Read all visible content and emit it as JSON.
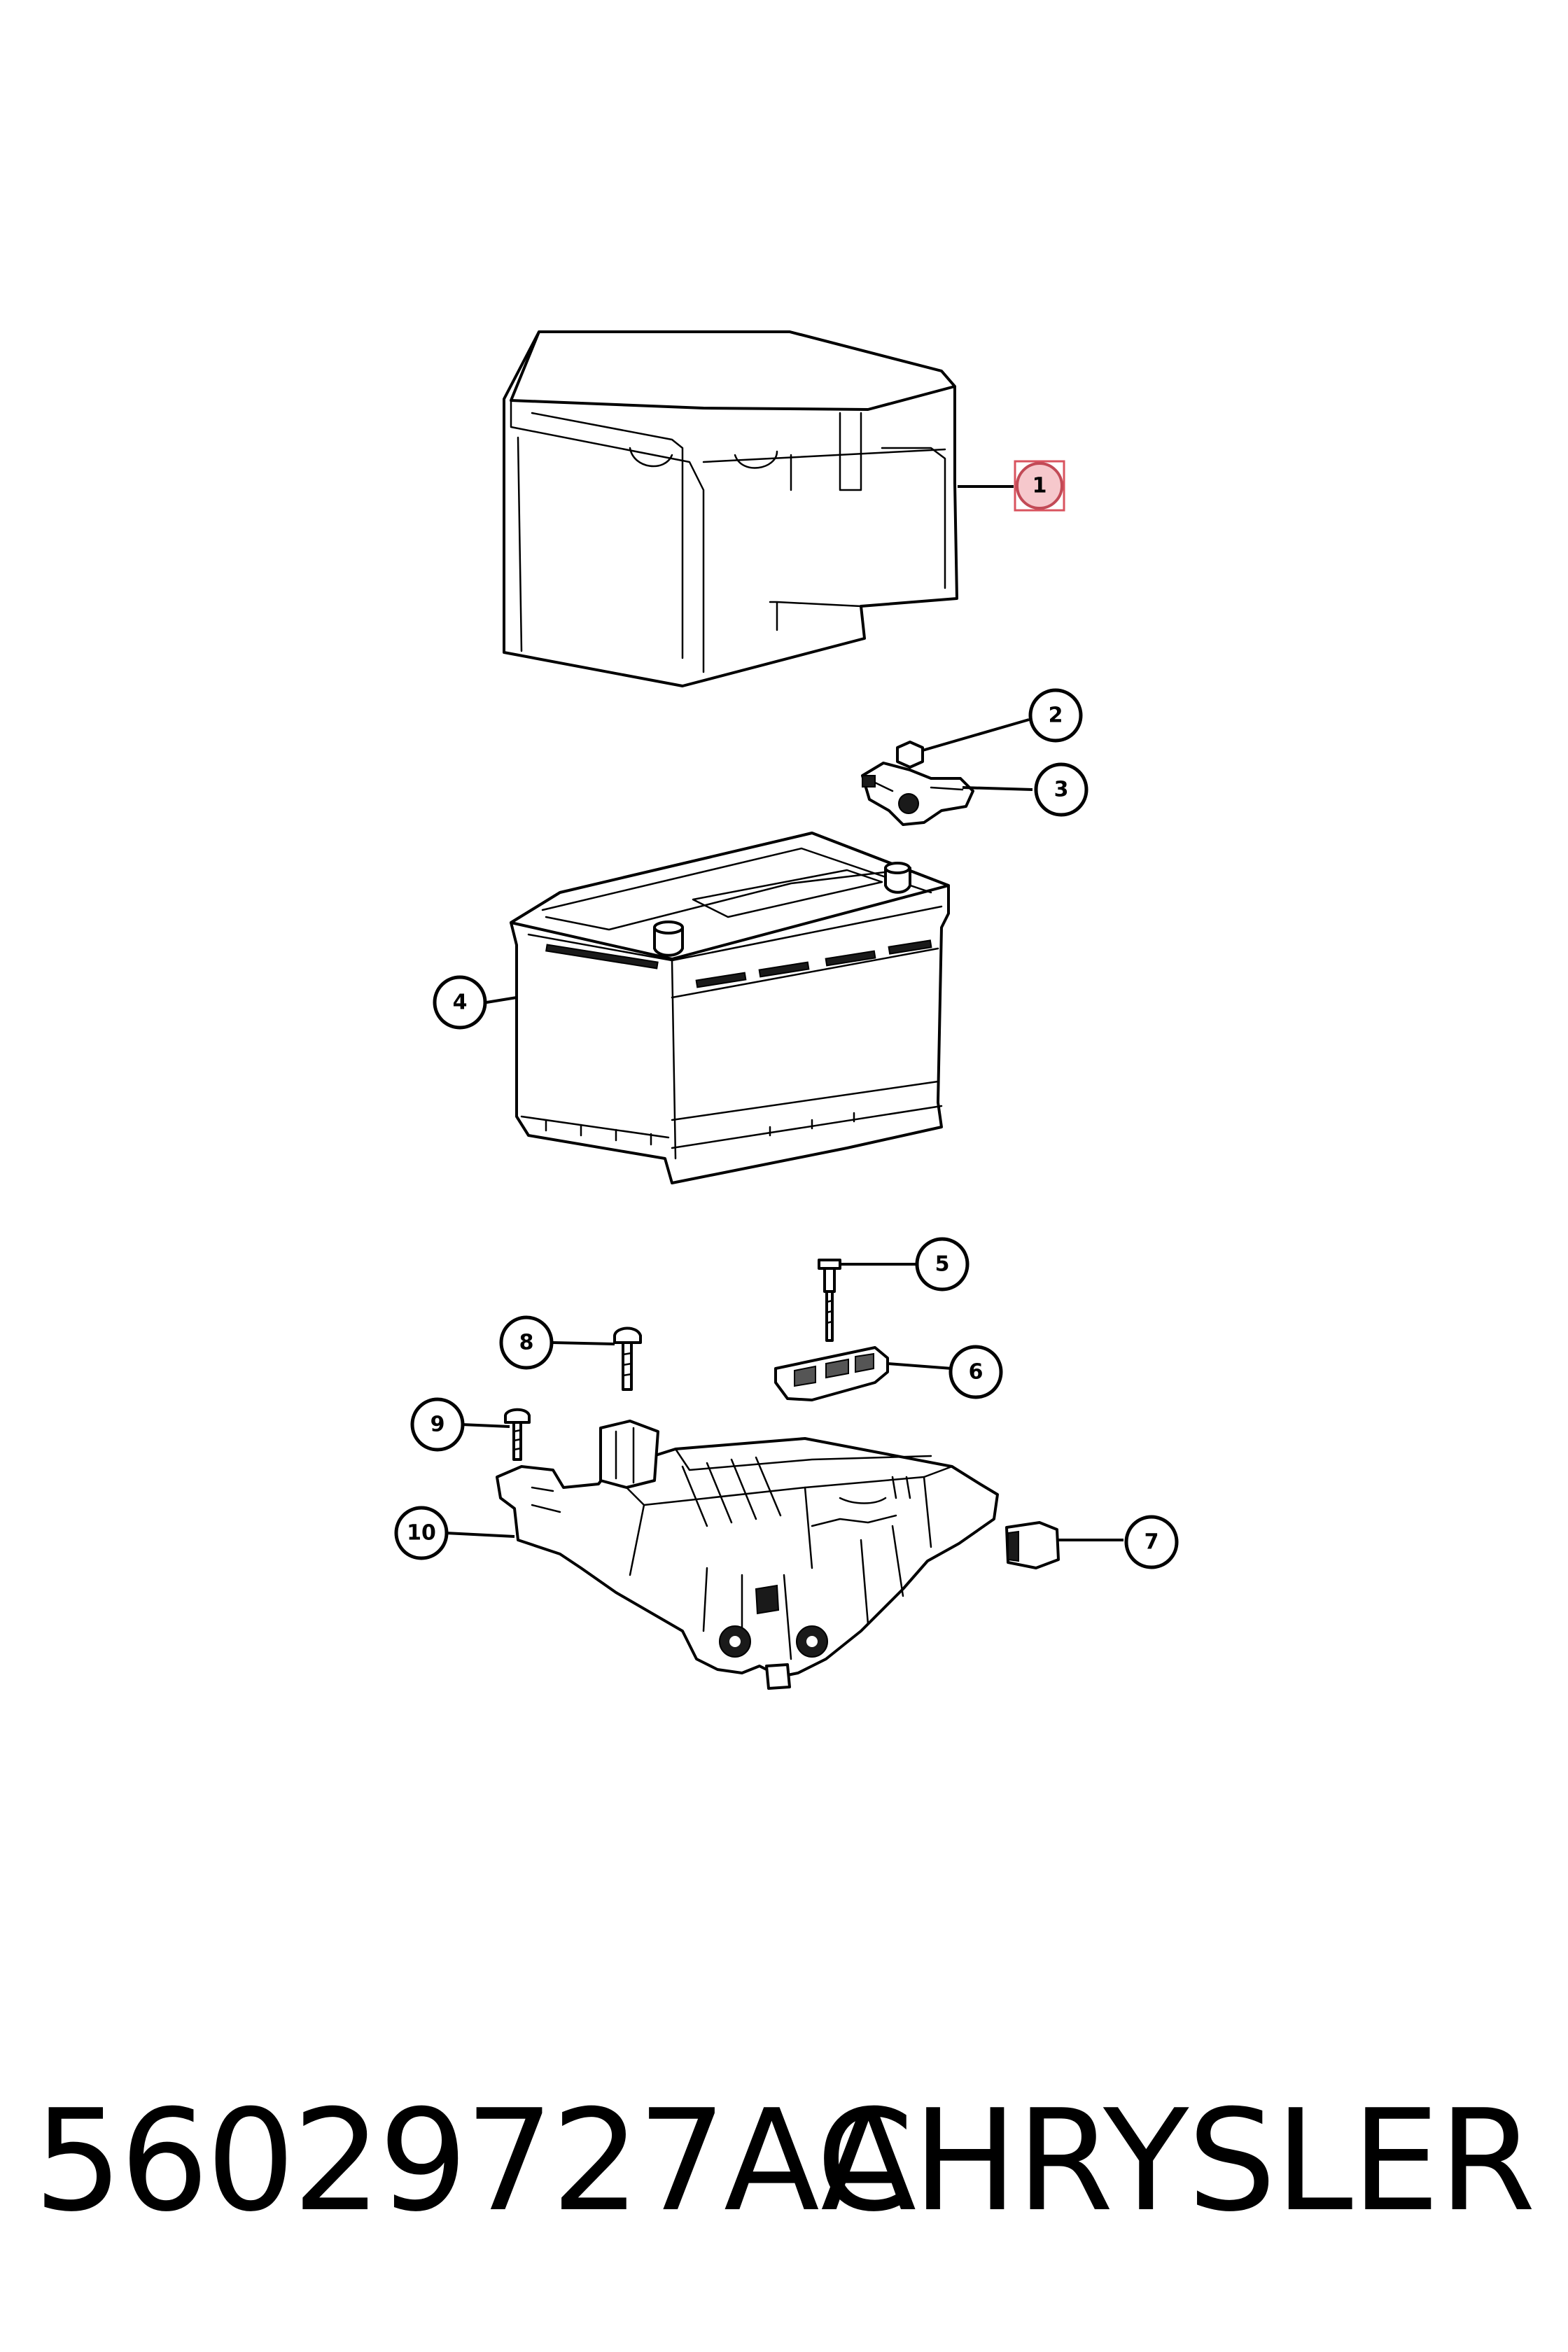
{
  "callouts": [
    "1",
    "2",
    "3",
    "4",
    "5",
    "6",
    "7",
    "8",
    "9",
    "10"
  ],
  "footer": {
    "part_number": "56029727AA",
    "brand": "CHRYSLER"
  },
  "highlight": {
    "callout": "1",
    "color": "#d9535f"
  }
}
